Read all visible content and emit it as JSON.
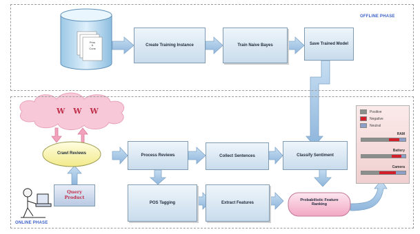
{
  "offline": {
    "phase_label": "OFFLINE PHASE",
    "database_label_1": "Pros",
    "database_label_2": "&",
    "database_label_3": "Cons",
    "create_training": "Create Training Instance",
    "train_naive_bayes": "Train Naive Bayes",
    "save_model": "Save Trained Model"
  },
  "online": {
    "phase_label": "ONLINE PHASE",
    "www": "W W W",
    "crawl_reviews": "Crawl Reviews",
    "query_line1": "Query",
    "query_line2": "Product",
    "process_reviews": "Process Reviews",
    "collect_sentences": "Collect Sentences",
    "classify_sentiment": "Classify Sentiment",
    "pos_tagging": "POS Tagging",
    "extract_features": "Extract Features",
    "ranking": "Probabilistic Feature Ranking"
  },
  "legend": {
    "positive": "Positive",
    "negative": "Negative",
    "neutral": "Neutral",
    "colors": {
      "positive": "#8a8f8c",
      "negative": "#d21f2a",
      "neutral": "#8b9fc8"
    }
  },
  "features": [
    {
      "name": "RAM",
      "positive": 0.62,
      "negative": 0.24,
      "neutral": 0.14
    },
    {
      "name": "Battery",
      "positive": 0.68,
      "negative": 0.22,
      "neutral": 0.1
    },
    {
      "name": "Camera",
      "positive": 0.4,
      "negative": 0.38,
      "neutral": 0.22
    }
  ]
}
